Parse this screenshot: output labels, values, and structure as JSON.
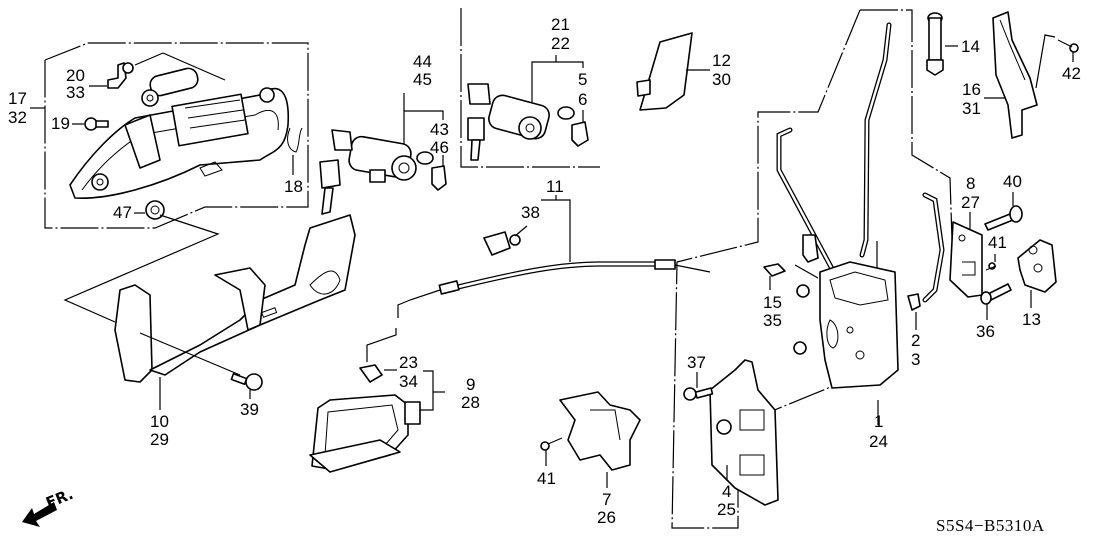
{
  "diagram": {
    "title_code": "S5S4−B5310A",
    "direction_label": "FR.",
    "parts": [
      {
        "name": "outer-handle-assembly",
        "labels": [
          "17",
          "32"
        ]
      },
      {
        "name": "handle-bracket",
        "labels": [
          "20",
          "33"
        ]
      },
      {
        "name": "handle-screw",
        "labels": [
          "19"
        ]
      },
      {
        "name": "handle-clip",
        "labels": [
          "18"
        ]
      },
      {
        "name": "handle-grommet",
        "labels": [
          "47"
        ]
      },
      {
        "name": "cylinder-set-left",
        "labels": [
          "44",
          "45"
        ]
      },
      {
        "name": "cylinder-switch-left",
        "labels": [
          "43",
          "46"
        ]
      },
      {
        "name": "cylinder-set-right",
        "labels": [
          "21",
          "22"
        ]
      },
      {
        "name": "cylinder-switch-right",
        "labels": [
          "5",
          "6"
        ]
      },
      {
        "name": "protector-cover",
        "labels": [
          "12",
          "30"
        ]
      },
      {
        "name": "check-pin",
        "labels": [
          "14"
        ]
      },
      {
        "name": "door-checker",
        "labels": [
          "16",
          "31"
        ]
      },
      {
        "name": "checker-screw",
        "labels": [
          "42"
        ]
      },
      {
        "name": "striker-shim",
        "labels": [
          "8",
          "27"
        ]
      },
      {
        "name": "striker-bolt",
        "labels": [
          "40"
        ]
      },
      {
        "name": "tapping-screw-41-upper",
        "labels": [
          "41"
        ]
      },
      {
        "name": "striker",
        "labels": [
          "13"
        ]
      },
      {
        "name": "striker-screw",
        "labels": [
          "36"
        ]
      },
      {
        "name": "inner-cable",
        "labels": [
          "11"
        ]
      },
      {
        "name": "cable-clip",
        "labels": [
          "38"
        ]
      },
      {
        "name": "handle-base",
        "labels": [
          "10",
          "29"
        ]
      },
      {
        "name": "base-bolt",
        "labels": [
          "39"
        ]
      },
      {
        "name": "rod-holder",
        "labels": [
          "23",
          "34"
        ]
      },
      {
        "name": "inner-handle",
        "labels": [
          "9",
          "28"
        ]
      },
      {
        "name": "child-lock-knob",
        "labels": [
          "7",
          "26"
        ]
      },
      {
        "name": "tapping-screw-41-lower",
        "labels": [
          "41"
        ]
      },
      {
        "name": "rod-clip",
        "labels": [
          "15",
          "35"
        ]
      },
      {
        "name": "rod-clip-2",
        "labels": [
          "2",
          "3"
        ]
      },
      {
        "name": "lock-actuator",
        "labels": [
          "1",
          "24"
        ]
      },
      {
        "name": "actuator-bolt",
        "labels": [
          "37"
        ]
      },
      {
        "name": "actuator-cover",
        "labels": [
          "4",
          "25"
        ]
      }
    ]
  }
}
